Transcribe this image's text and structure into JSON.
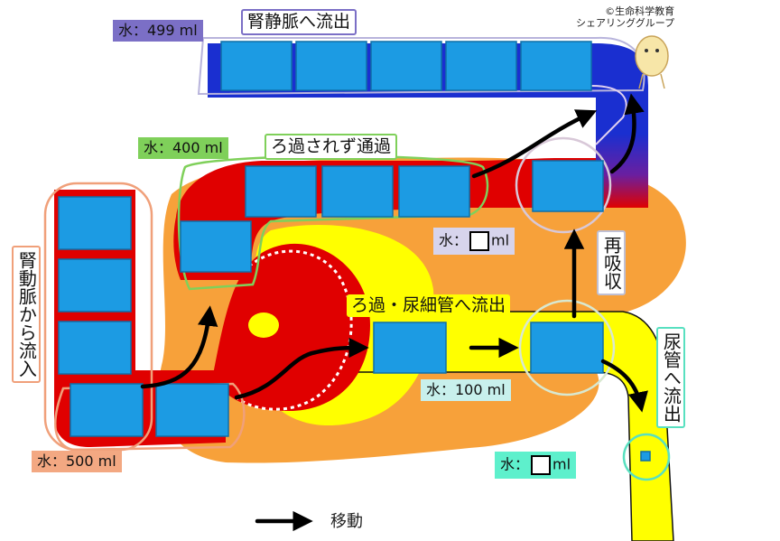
{
  "credit": {
    "line1": "©生命科学教育",
    "line2": "シェアリンググループ"
  },
  "labels": {
    "renal_vein_out": "腎静脈へ流出",
    "not_filtered": "ろ過されず通過",
    "filtered_out": "ろ過・尿細管へ流出",
    "reabsorb": "再吸収",
    "renal_artery_in": "腎動脈から流入",
    "urine_out": "尿管へ流出",
    "legend_move": "移動"
  },
  "water": {
    "w499": "水：499 ml",
    "w400": "水：400 ml",
    "w100": "水：100 ml",
    "w500": "水：500 ml",
    "reabsorb_prefix": "水：",
    "reabsorb_suffix": "ml",
    "urine_prefix": "水：",
    "urine_suffix": "ml"
  },
  "colors": {
    "blood_red": "#e00000",
    "vein_blue": "#1a2fd0",
    "kidney_orange": "#f7a13a",
    "capsule_yellow": "#ffff00",
    "water_block": "#1c9be3",
    "label_vein": "#7b6fc6",
    "label_bypass": "#7fd05a",
    "label_artery": "#f0a07a",
    "label_reabsorb": "#c8c8dc",
    "label_urine": "#58e0c0"
  }
}
